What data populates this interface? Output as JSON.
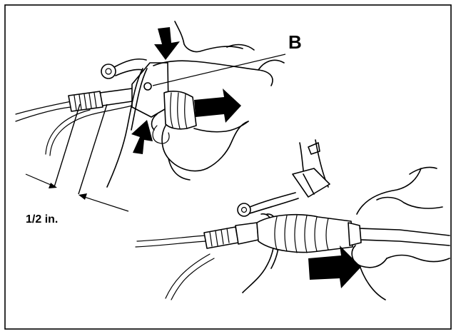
{
  "figure": {
    "callout_label": "B",
    "dimension_label": "1/2 in."
  },
  "icons": {
    "arrow": "solid-black-arrow",
    "hand": "hand-drawing",
    "cable": "cable-line-drawing"
  },
  "colors": {
    "ink": "#000000",
    "background": "#ffffff"
  }
}
